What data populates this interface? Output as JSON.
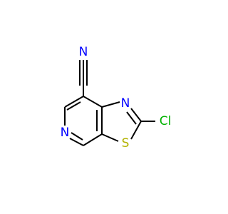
{
  "molecule": {
    "atoms": {
      "N_nitrile": {
        "text": "N",
        "color": "#0000ff"
      },
      "N_pyridine": {
        "text": "N",
        "color": "#0000ff"
      },
      "N_thiazole": {
        "text": "N",
        "color": "#0000ff"
      },
      "S_thiazole": {
        "text": "S",
        "color": "#b2b200"
      },
      "Cl": {
        "text": "Cl",
        "color": "#00b200"
      }
    }
  }
}
